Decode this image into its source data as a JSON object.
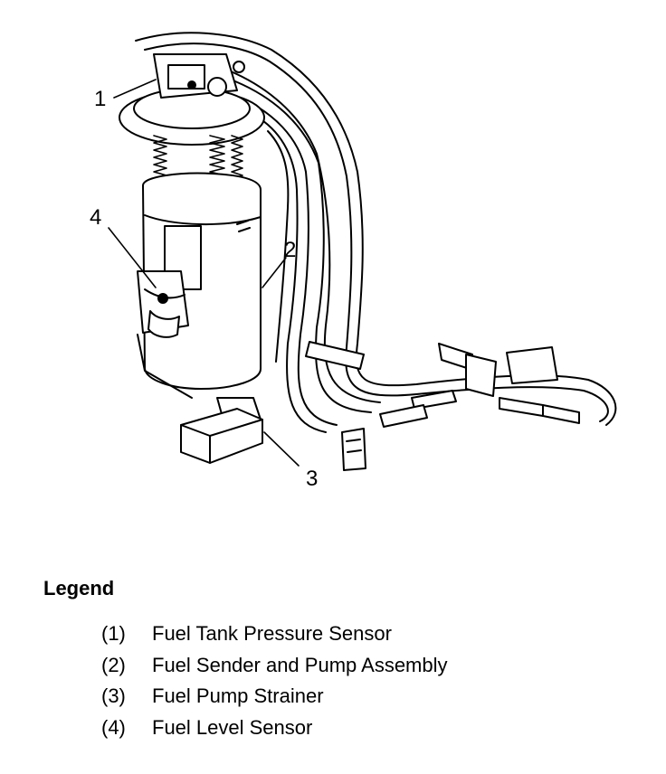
{
  "callouts": {
    "c1": "1",
    "c2": "2",
    "c3": "3",
    "c4": "4"
  },
  "legend": {
    "title": "Legend",
    "items": [
      {
        "num": "(1)",
        "label": "Fuel Tank Pressure Sensor"
      },
      {
        "num": "(2)",
        "label": "Fuel Sender and Pump Assembly"
      },
      {
        "num": "(3)",
        "label": "Fuel Pump Strainer"
      },
      {
        "num": "(4)",
        "label": "Fuel Level Sensor"
      }
    ]
  }
}
